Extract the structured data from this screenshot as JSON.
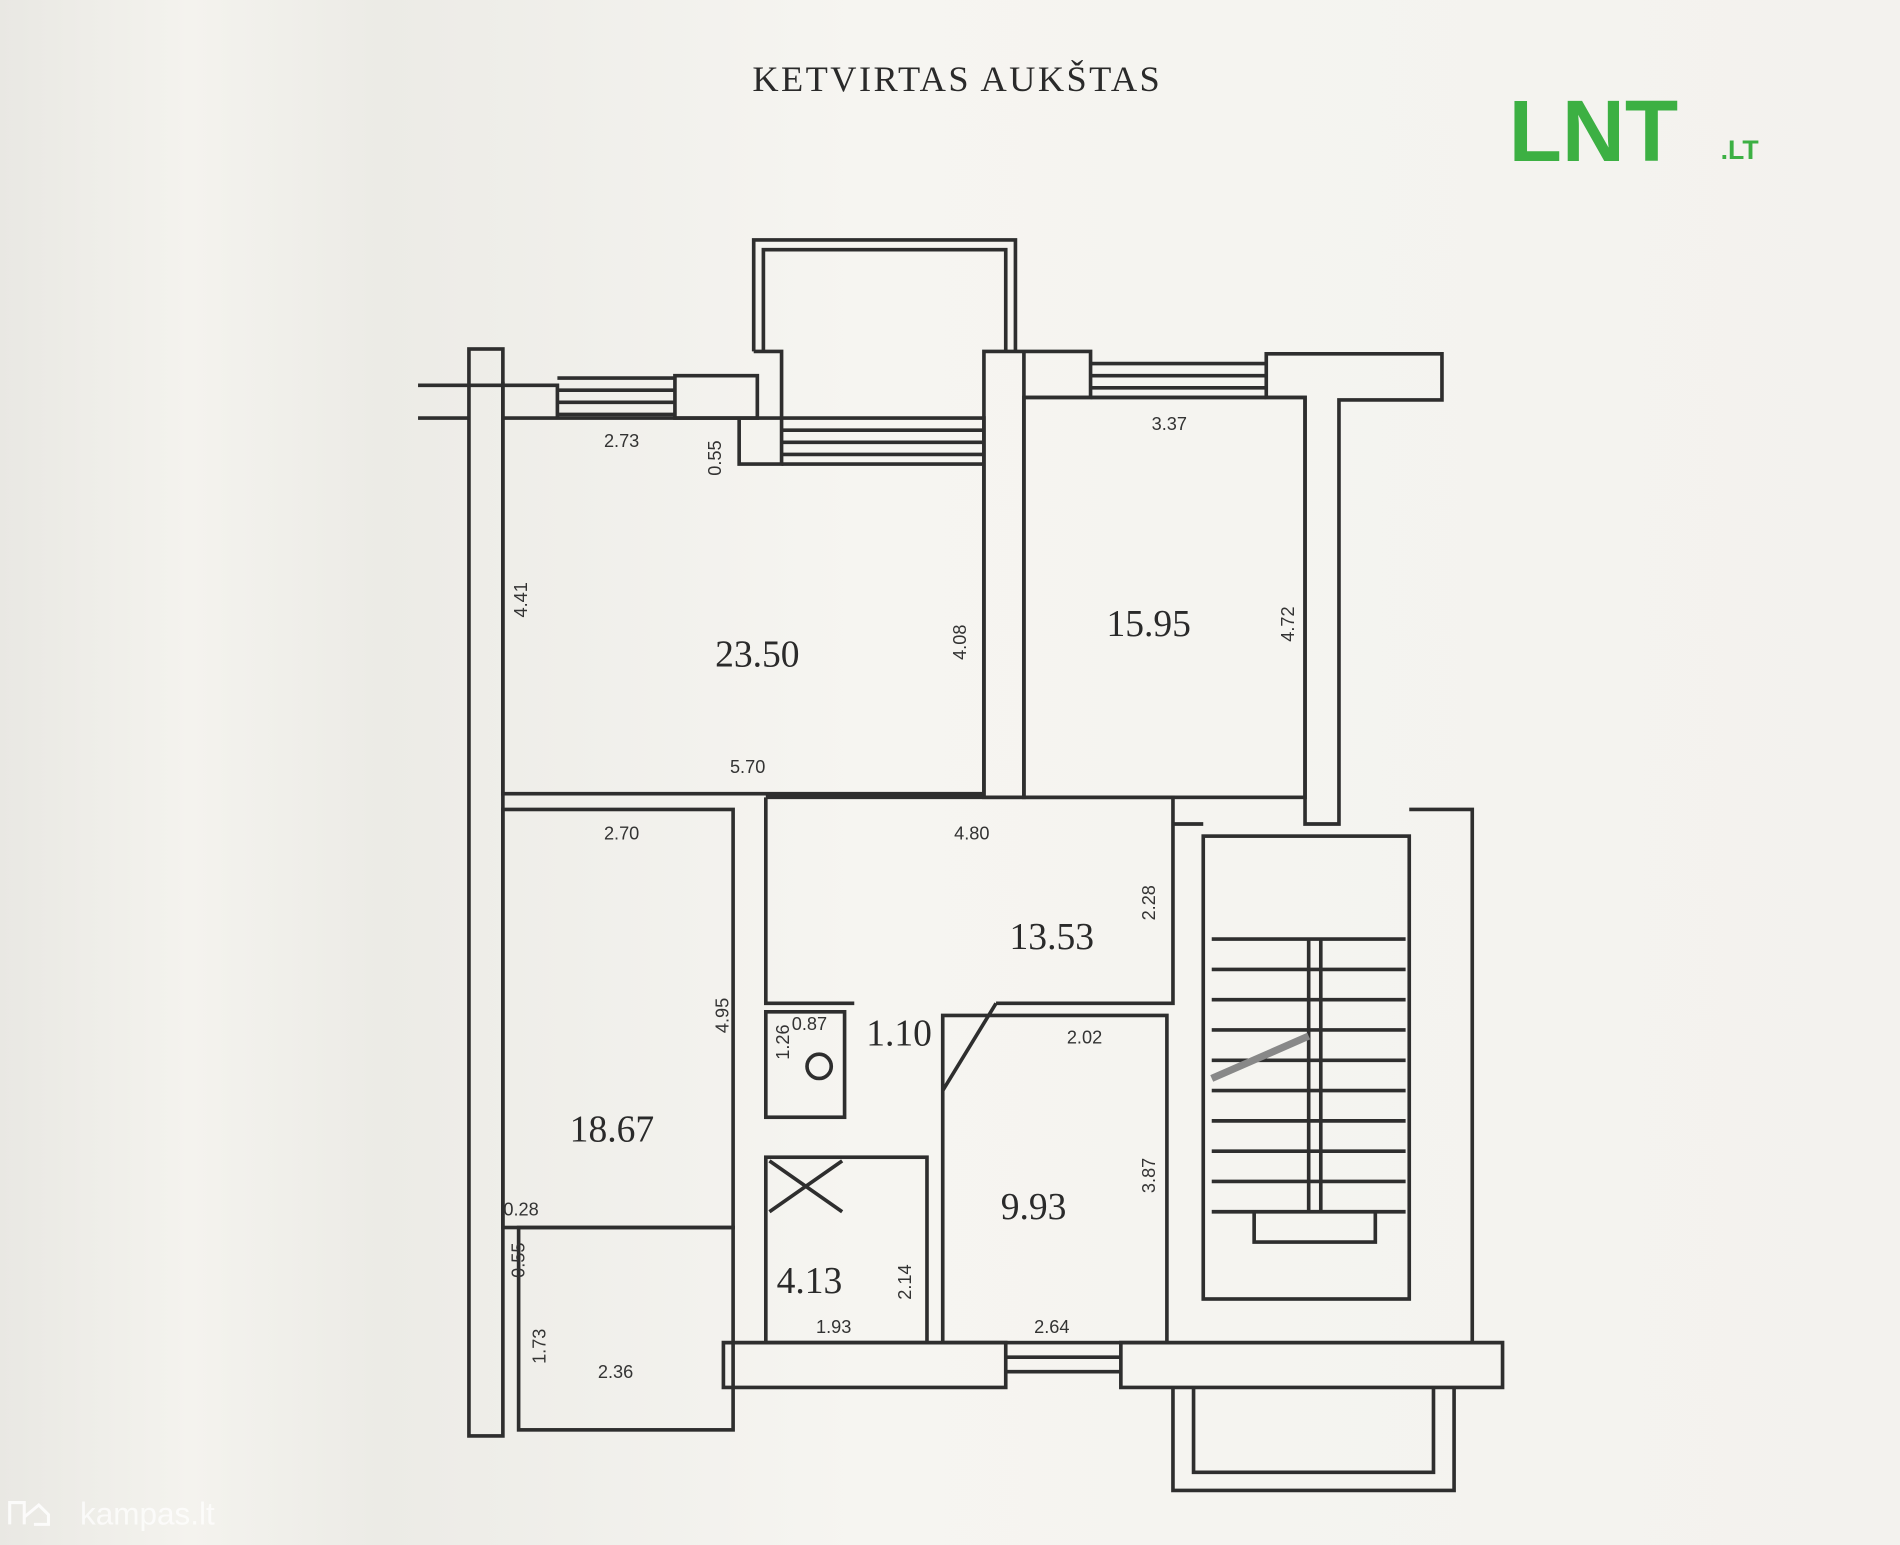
{
  "title": "KETVIRTAS AUKŠTAS",
  "logo": {
    "main": "LNT",
    "suffix": ".LT",
    "color": "#3cb043"
  },
  "watermark": "kampas.lt",
  "rooms": {
    "r1": "23.50",
    "r2": "15.95",
    "r3": "13.53",
    "r4": "18.67",
    "r5": "9.93",
    "r6": "4.13",
    "r7": "1.10"
  },
  "dims": {
    "d1": "2.73",
    "d2": "0.55",
    "d3": "3.37",
    "d4": "4.41",
    "d5": "4.08",
    "d6": "4.72",
    "d7": "5.70",
    "d8": "2.70",
    "d9": "4.80",
    "d10": "2.28",
    "d11": "4.95",
    "d12": "0.87",
    "d13": "1.26",
    "d14": "2.02",
    "d15": "3.87",
    "d16": "2.14",
    "d17": "1.93",
    "d18": "2.64",
    "d19": "0.28",
    "d20": "0.55",
    "d21": "1.73",
    "d22": "2.36"
  }
}
